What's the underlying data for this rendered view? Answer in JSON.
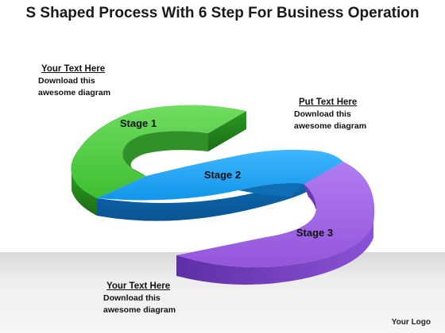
{
  "title": "S Shaped Process With 6 Step For Business Operation",
  "blocks": {
    "top_left": {
      "heading": "Your Text Here",
      "line1": "Download this",
      "line2": "awesome diagram"
    },
    "top_right": {
      "heading": "Put Text Here",
      "line1": "Download this",
      "line2": "awesome diagram"
    },
    "bottom": {
      "heading": "Your Text Here",
      "line1": "Download this",
      "line2": "awesome diagram"
    }
  },
  "stages": [
    {
      "label": "Stage 1",
      "color": "#45c43a"
    },
    {
      "label": "Stage 2",
      "color": "#1a9cf0"
    },
    {
      "label": "Stage 3",
      "color": "#9a5ce0"
    }
  ],
  "logo": "Your Logo"
}
